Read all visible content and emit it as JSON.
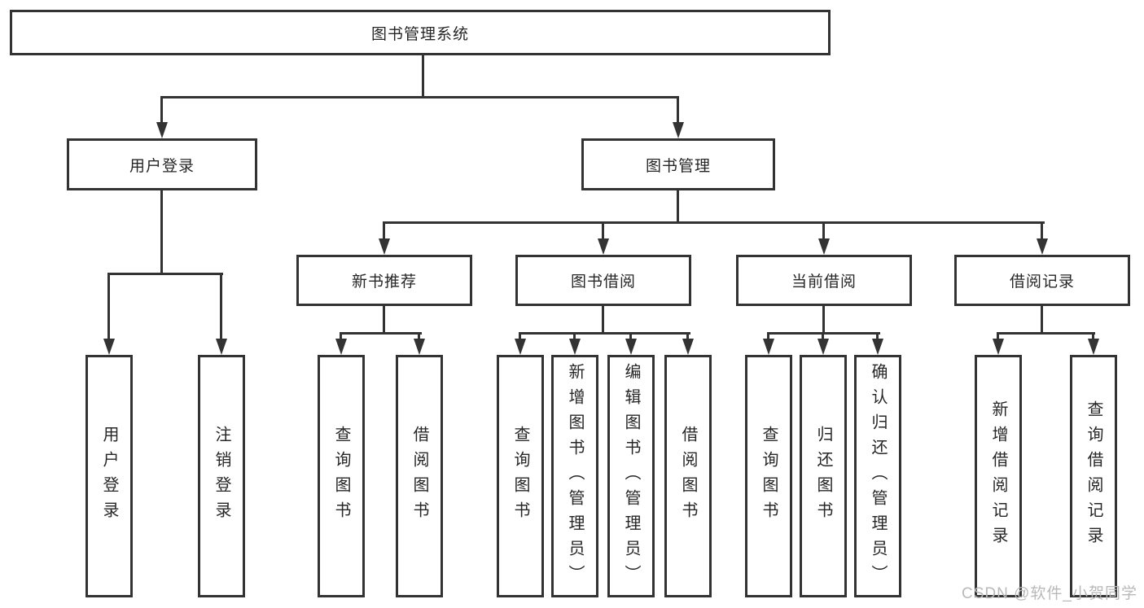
{
  "diagram": {
    "root": "图书管理系统",
    "level2": [
      "用户登录",
      "图书管理"
    ],
    "level3": [
      "新书推荐",
      "图书借阅",
      "当前借阅",
      "借阅记录"
    ],
    "leaves": {
      "user_login": [
        "用户登录",
        "注销登录"
      ],
      "new_book_recommend": [
        "查询图书",
        "借阅图书"
      ],
      "book_borrowing": [
        "查询图书",
        "新增图书（管理员）",
        "编辑图书（管理员）",
        "借阅图书"
      ],
      "current_borrowing": [
        "查询图书",
        "归还图书",
        "确认归还（管理员）"
      ],
      "borrowing_records": [
        "新增借阅记录",
        "查询借阅记录"
      ]
    },
    "colors": {
      "line": "#333333",
      "text": "#262626",
      "background": "#ffffff"
    }
  },
  "watermark": {
    "text": "CSDN @软件_小贺同学",
    "color": "#b9b9b9"
  }
}
